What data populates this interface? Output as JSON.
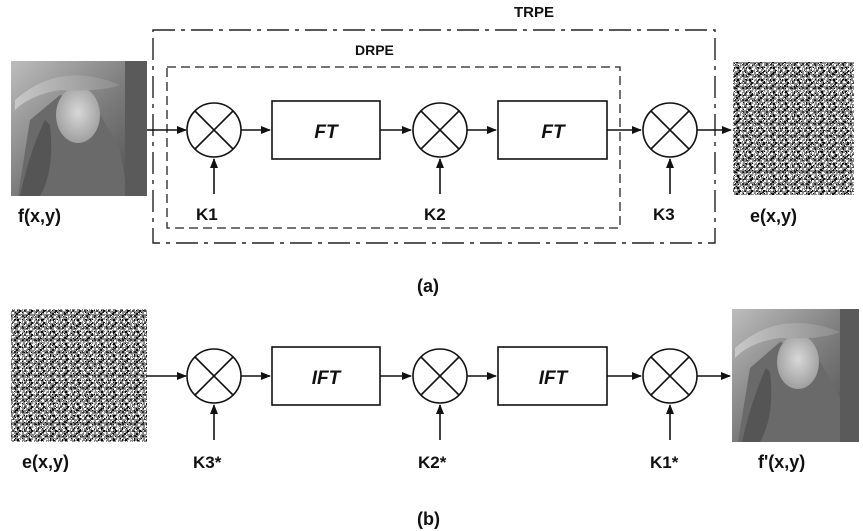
{
  "diagram_a": {
    "outer_label": "TRPE",
    "inner_label": "DRPE",
    "input_label": "f(x,y)",
    "output_label": "e(x,y)",
    "block1": "FT",
    "block2": "FT",
    "key1": "K1",
    "key2": "K2",
    "key3": "K3",
    "caption": "(a)"
  },
  "diagram_b": {
    "input_label": "e(x,y)",
    "output_label": "f'(x,y)",
    "block1": "IFT",
    "block2": "IFT",
    "key1": "K3*",
    "key2": "K2*",
    "key3": "K1*",
    "caption": "(b)"
  },
  "colors": {
    "stroke": "#111111",
    "background": "#ffffff"
  },
  "images": {
    "lena_icon": "grayscale-portrait-image",
    "noise_icon": "random-noise-image"
  }
}
